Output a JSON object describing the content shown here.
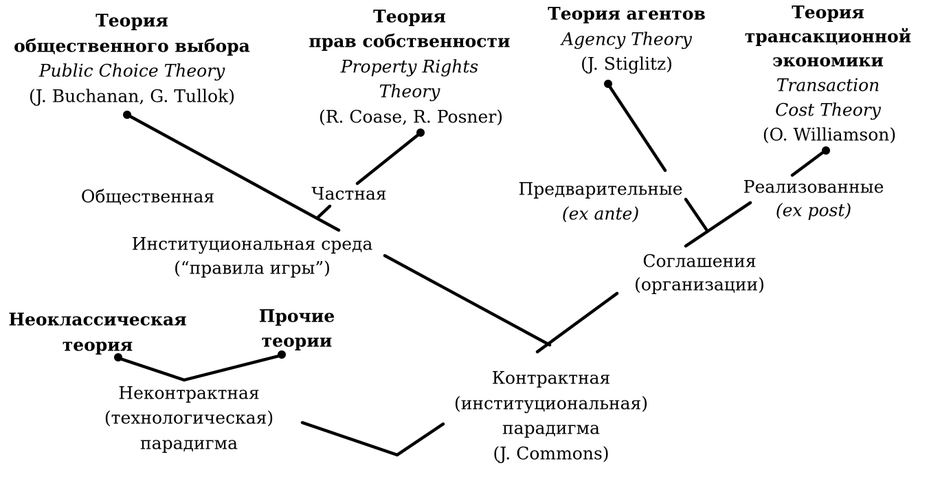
{
  "nodes": {
    "public_choice": {
      "title1": "Теория",
      "title2": "общественного выбора",
      "en": "Public Choice Theory",
      "authors": "(J. Buchanan, G. Tullok)"
    },
    "property_rights": {
      "title1": "Теория",
      "title2": "прав собственности",
      "en1": "Property Rights",
      "en2": "Theory",
      "authors": "(R. Coase, R. Posner)"
    },
    "agency": {
      "title": "Теория агентов",
      "en": "Agency Theory",
      "authors": "(J. Stiglitz)"
    },
    "transaction": {
      "title1": "Теория",
      "title2": "трансакционной",
      "title3": "экономики",
      "en1": "Transaction",
      "en2": "Cost Theory",
      "authors": "(O. Williamson)"
    },
    "public": "Общественная",
    "private": "Частная",
    "ex_ante": {
      "label": "Предварительные",
      "latin": "(ex ante)"
    },
    "ex_post": {
      "label": "Реализованные",
      "latin": "(ex post)"
    },
    "institutional_env": {
      "line1": "Институциональная среда",
      "line2": "(“правила игры”)"
    },
    "agreements": {
      "line1": "Соглашения",
      "line2": "(организации)"
    },
    "neoclassical": {
      "line1": "Неоклассическая",
      "line2": "теория"
    },
    "other": {
      "line1": "Прочие",
      "line2": "теории"
    },
    "noncontract": {
      "line1": "Неконтрактная",
      "line2": "(технологическая)",
      "line3": "парадигма"
    },
    "contract": {
      "line1": "Контрактная",
      "line2": "(институциональная)",
      "line3": "парадигма",
      "line4": "(J. Commons)"
    }
  }
}
